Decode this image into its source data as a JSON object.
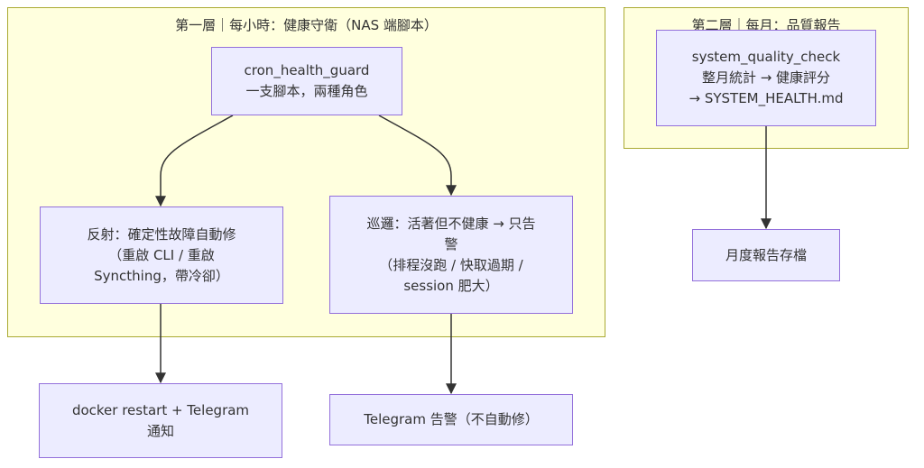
{
  "colors": {
    "cluster_fill": "#ffffde",
    "cluster_border": "#aaaa33",
    "node_fill": "#ececff",
    "node_border": "#9370db",
    "edge": "#333333"
  },
  "clusters": {
    "hourly": {
      "title": "第一層｜每小時：健康守衛（NAS 端腳本）"
    },
    "monthly": {
      "title": "第二層｜每月：品質報告"
    }
  },
  "nodes": {
    "guard": {
      "lines": [
        "cron_health_guard",
        "一支腳本，兩種角色"
      ]
    },
    "reflex": {
      "lines": [
        "反射：確定性故障自動修",
        "（重啟 CLI / 重啟",
        "Syncthing，帶冷卻）"
      ]
    },
    "patrol": {
      "lines": [
        "巡邏：活著但不健康 → 只告",
        "警",
        "（排程沒跑 / 快取過期 /",
        "session 肥大）"
      ]
    },
    "restart": {
      "lines": [
        "docker restart + Telegram",
        "通知"
      ]
    },
    "alert": {
      "lines": [
        "Telegram 告警（不自動修）"
      ]
    },
    "quality": {
      "lines": [
        "system_quality_check",
        "整月統計 → 健康評分",
        "→ SYSTEM_HEALTH.md"
      ]
    },
    "archive": {
      "lines": [
        "月度報告存檔"
      ]
    }
  },
  "edges": [
    {
      "from": "guard",
      "to": "reflex"
    },
    {
      "from": "guard",
      "to": "patrol"
    },
    {
      "from": "reflex",
      "to": "restart"
    },
    {
      "from": "patrol",
      "to": "alert"
    },
    {
      "from": "quality",
      "to": "archive"
    }
  ]
}
